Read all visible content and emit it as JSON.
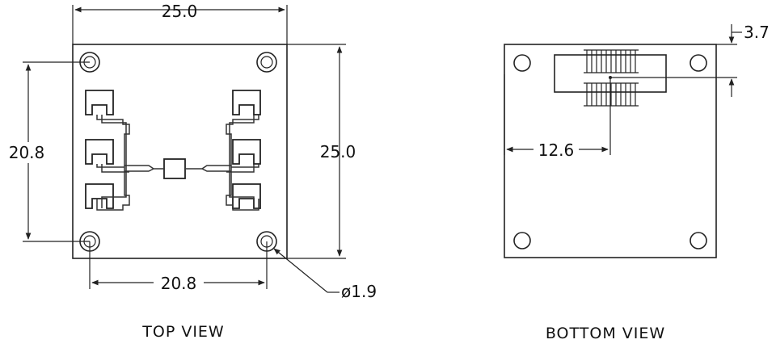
{
  "top_view": {
    "caption": "TOP VIEW",
    "width_dim": "25.0",
    "height_dim": "25.0",
    "hole_spacing_vertical": "20.8",
    "hole_spacing_horizontal": "20.8",
    "hole_diameter": "ø1.9"
  },
  "bottom_view": {
    "caption": "BOTTOM VIEW",
    "connector_offset_x": "12.6",
    "connector_offset_y": "3.7"
  }
}
